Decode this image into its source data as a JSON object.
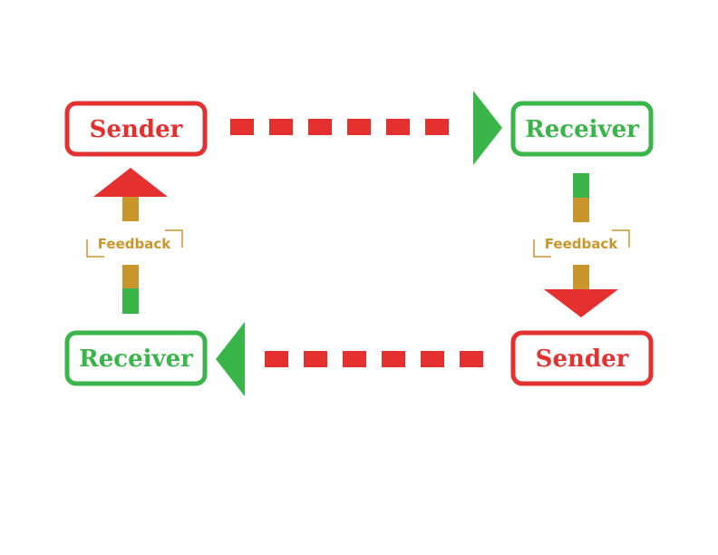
{
  "nodes": {
    "top_left": {
      "label": "Sender",
      "role": "sender"
    },
    "top_right": {
      "label": "Receiver",
      "role": "receiver"
    },
    "bottom_right": {
      "label": "Sender",
      "role": "sender"
    },
    "bottom_left": {
      "label": "Receiver",
      "role": "receiver"
    }
  },
  "feedback": {
    "left_label": "Feedback",
    "right_label": "Feedback"
  },
  "colors": {
    "sender": "#e53030",
    "receiver": "#3ab54a",
    "feedback": "#c9962c"
  }
}
